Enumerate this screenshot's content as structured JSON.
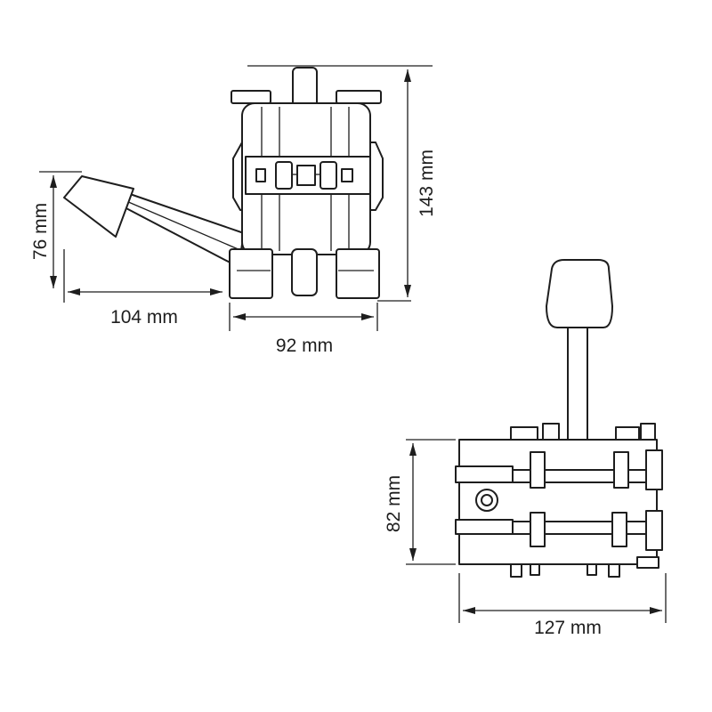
{
  "dimensions": {
    "side_view": {
      "height": "143 mm",
      "width": "92 mm",
      "handle_reach": "104 mm",
      "handle_height": "76 mm"
    },
    "front_view": {
      "height": "82 mm",
      "width": "127 mm"
    }
  }
}
